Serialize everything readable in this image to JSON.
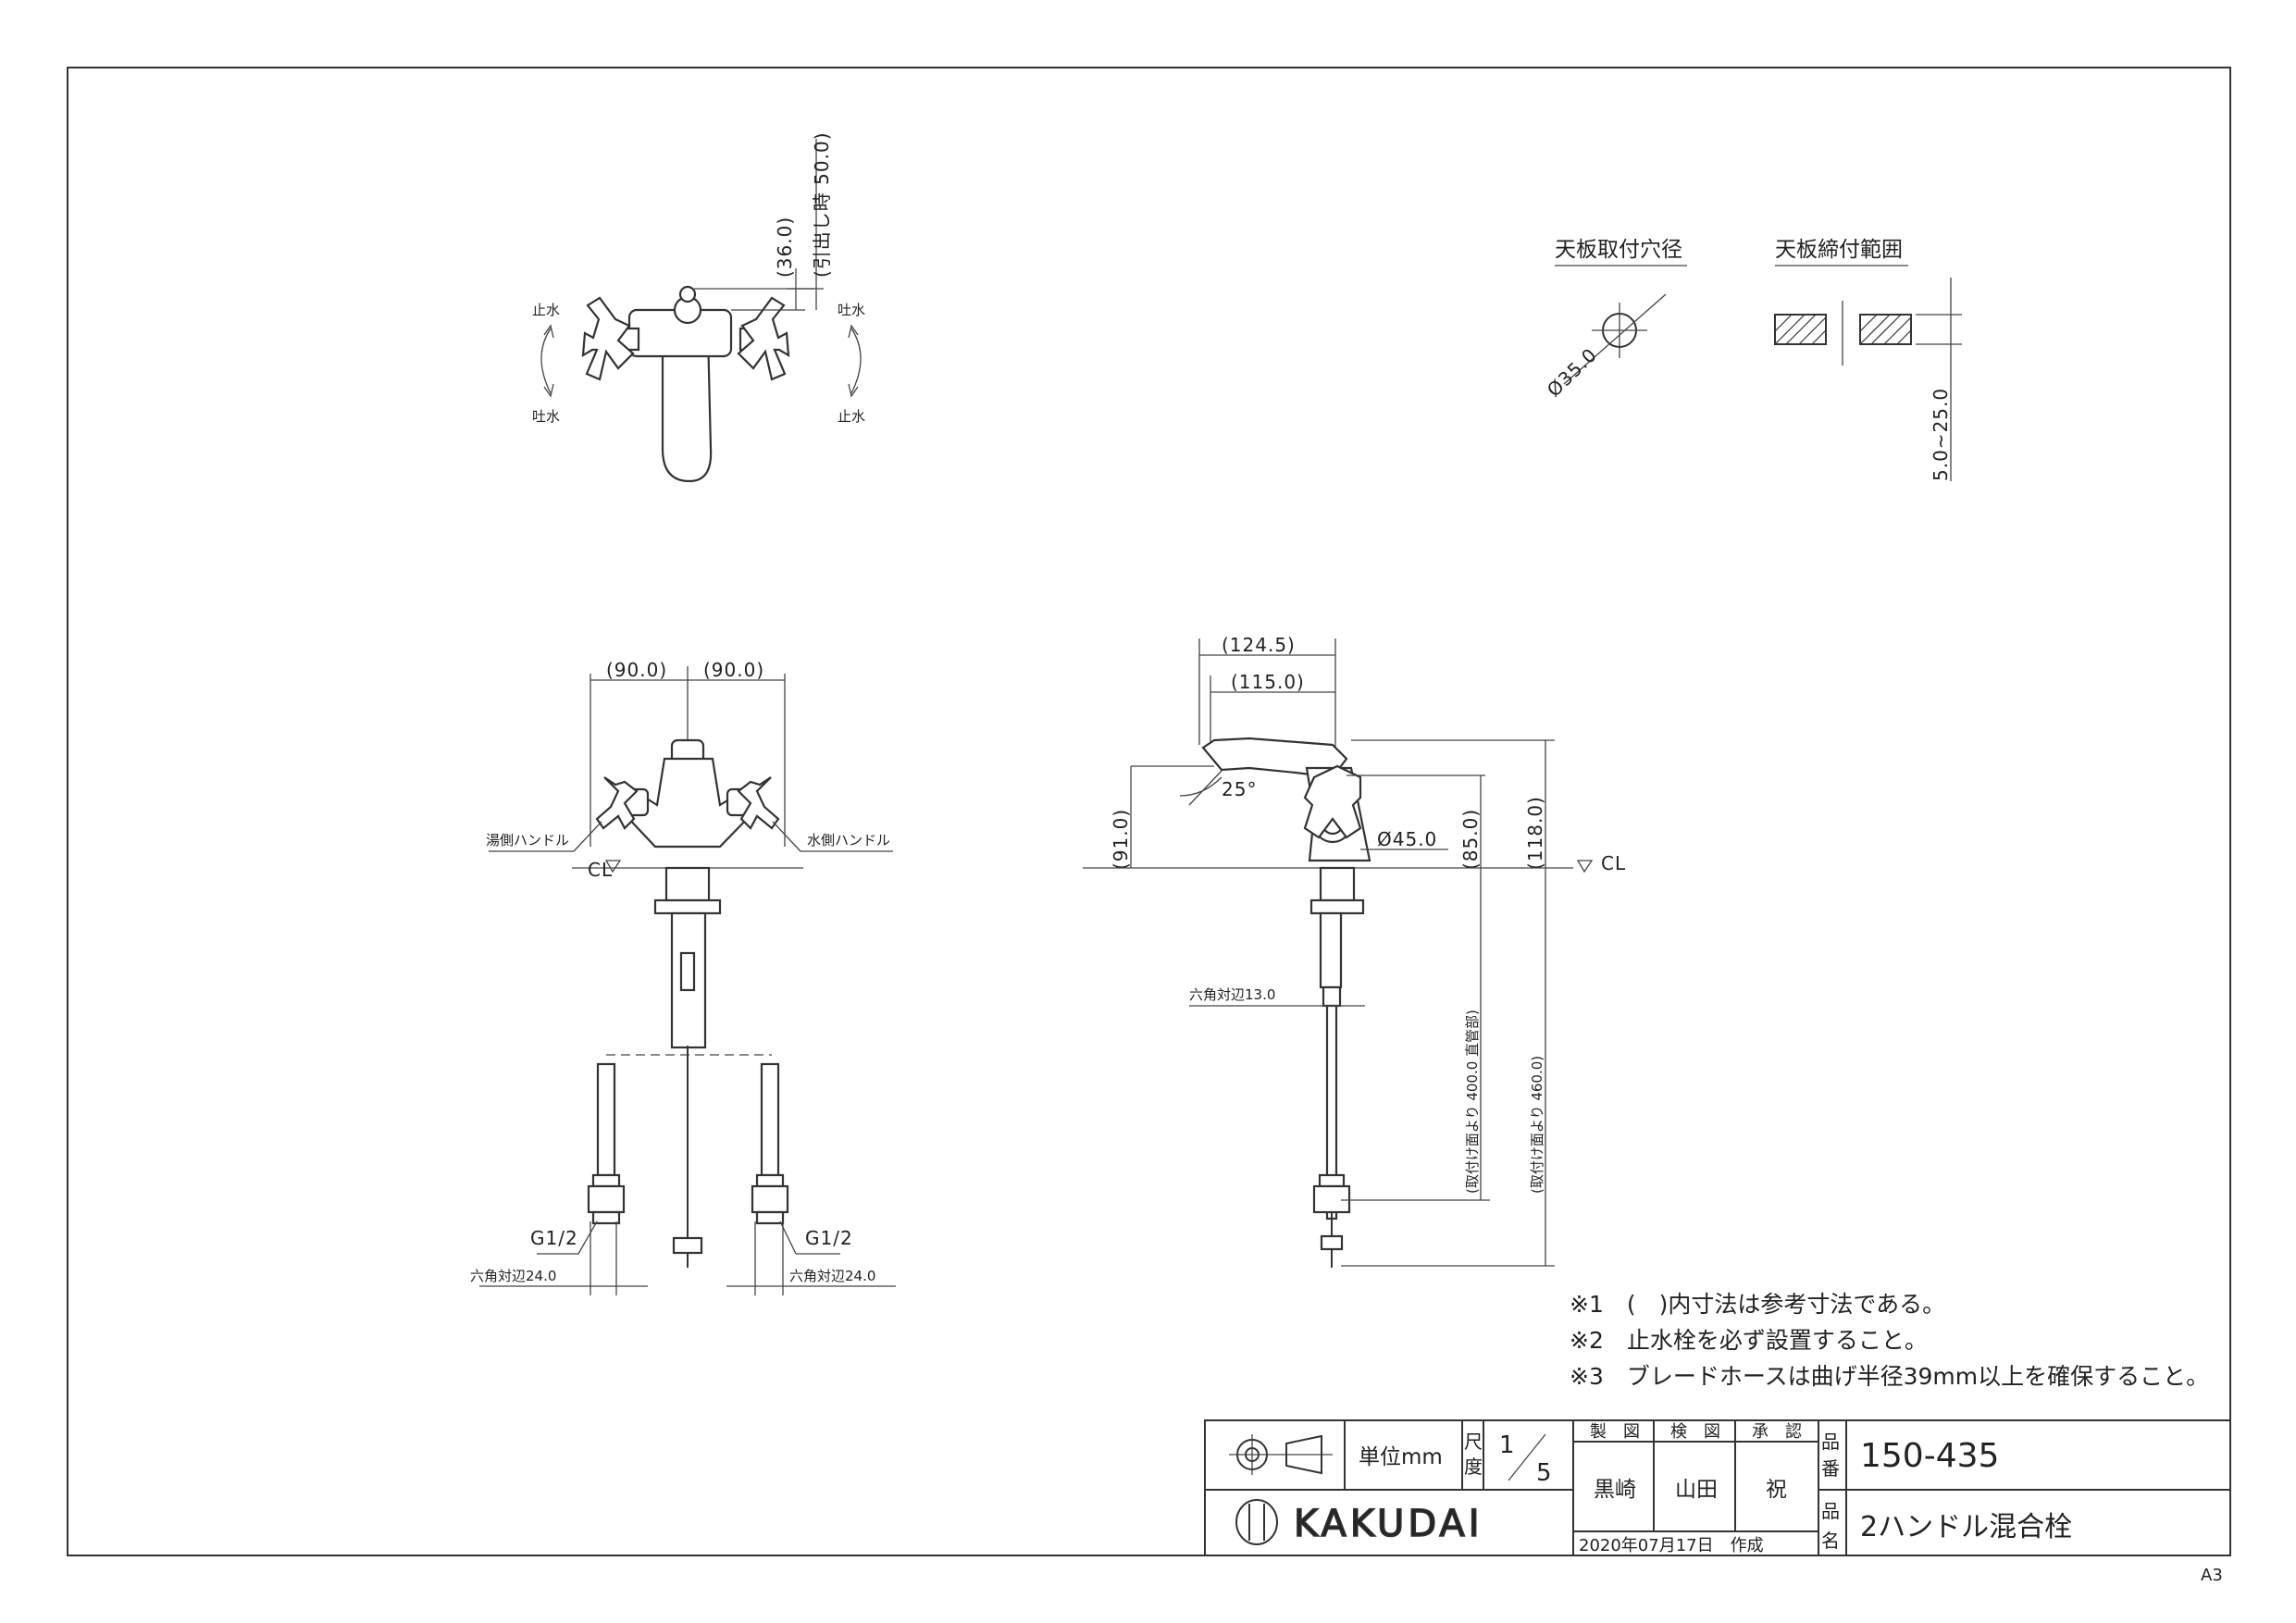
{
  "top_view": {
    "left_upper": "止水",
    "left_lower": "吐水",
    "right_upper": "吐水",
    "right_lower": "止水",
    "dim_36": "(36.0)",
    "dim_pull": "(引出し時 50.0)"
  },
  "details": {
    "hole_title": "天板取付穴径",
    "hole_dim": "Ø35.0",
    "range_title": "天板締付範囲",
    "range_dim": "5.0~25.0"
  },
  "front_view": {
    "dim_left": "(90.0)",
    "dim_right": "(90.0)",
    "hot_handle": "湯側ハンドル",
    "cold_handle": "水側ハンドル",
    "cl": "CL",
    "thread_left": "G1/2",
    "thread_right": "G1/2",
    "hex_left": "六角対辺24.0",
    "hex_right": "六角対辺24.0"
  },
  "side_view": {
    "dim_reach_outer": "(124.5)",
    "dim_reach": "(115.0)",
    "angle": "25°",
    "dim_91": "(91.0)",
    "dim_45": "Ø45.0",
    "dim_85": "(85.0)",
    "dim_118": "(118.0)",
    "cl": "CL",
    "hex_13": "六角対辺13.0",
    "dim_400": "(取付け面より 400.0 直管部)",
    "dim_460": "(取付け面より 460.0)"
  },
  "notes": [
    "※1　(　)内寸法は参考寸法である。",
    "※2　止水栓を必ず設置すること。",
    "※3　ブレードホースは曲げ半径39mm以上を確保すること。"
  ],
  "title_block": {
    "unit_label": "単位mm",
    "scale_label_1": "尺",
    "scale_label_2": "度",
    "scale_num": "1",
    "scale_den": "5",
    "drawn_label": "製　図",
    "checked_label": "検　図",
    "approved_label": "承　認",
    "drawn_by": "黒崎",
    "checked_by": "山田",
    "approved_by": "祝",
    "date": "2020年07月17日　作成",
    "partno_label_1": "品",
    "partno_label_2": "番",
    "part_number": "150-435",
    "name_label_1": "品",
    "name_label_2": "名",
    "part_name": "2ハンドル混合栓",
    "brand": "KAKUDAI",
    "paper_size": "A3"
  }
}
